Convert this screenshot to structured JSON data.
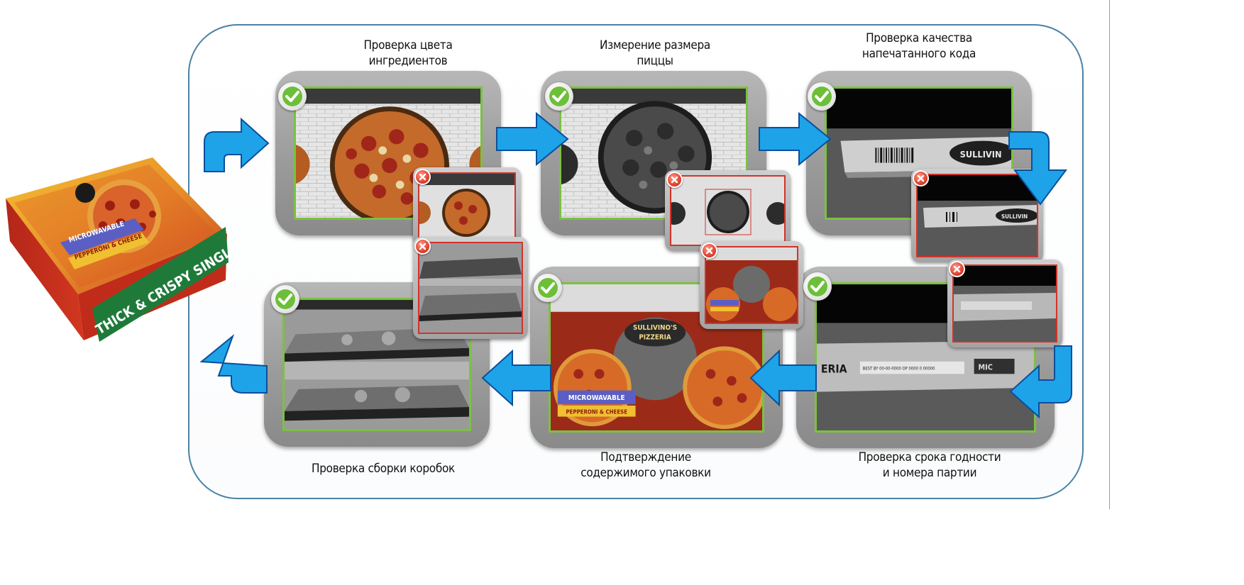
{
  "product": {
    "banner": "THICK & CRISPY SINGLE PIZZA",
    "flavor_tag_1": "MICROWAVABLE",
    "flavor_tag_2": "PEPPERONI & CHEESE"
  },
  "stations": [
    {
      "title_1": "Проверка цвета",
      "title_2": "ингредиентов"
    },
    {
      "title_1": "Измерение размера",
      "title_2": "пиццы"
    },
    {
      "title_1": "Проверка качества",
      "title_2": "напечатанного кода",
      "code_text": "SULLIVIN"
    },
    {
      "title_1": "Проверка срока годности",
      "title_2": "и номера партии",
      "code_text": "ERIA",
      "date_code": "BEST BY 00-00-0000 OP 0000 0 00000",
      "extra_text": "MIC"
    },
    {
      "title_1": "Подтверждение",
      "title_2": "содержимого упаковки",
      "brand_1": "SULLIVINO'S",
      "brand_2": "PIZZERIA",
      "tag_1": "MICROWAVABLE",
      "tag_2": "PEPPERONI & CHEESE"
    },
    {
      "title_1": "Проверка сборки коробок",
      "title_2": ""
    }
  ],
  "icons": {
    "pass": "checkmark-icon",
    "fail": "x-icon",
    "flow": "blue-arrow-icon"
  },
  "colors": {
    "pass_border": "#7bc142",
    "fail_border": "#d0342c",
    "arrow": "#1ea3e8",
    "frame": "#4a82a6"
  }
}
